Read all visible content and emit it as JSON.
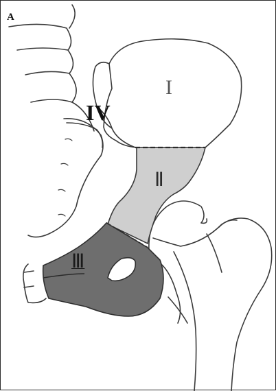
{
  "figure": {
    "panel_label": "A",
    "zones": [
      {
        "id": "I",
        "label": "I"
      },
      {
        "id": "II",
        "label": "Ⅱ"
      },
      {
        "id": "III",
        "label": "Ⅲ"
      },
      {
        "id": "IV",
        "label": "IV"
      }
    ]
  },
  "colors": {
    "outline": "#3a3a3a",
    "zone_ii_fill": "#cfcfcf",
    "zone_iii_fill": "#6e6e6e"
  }
}
